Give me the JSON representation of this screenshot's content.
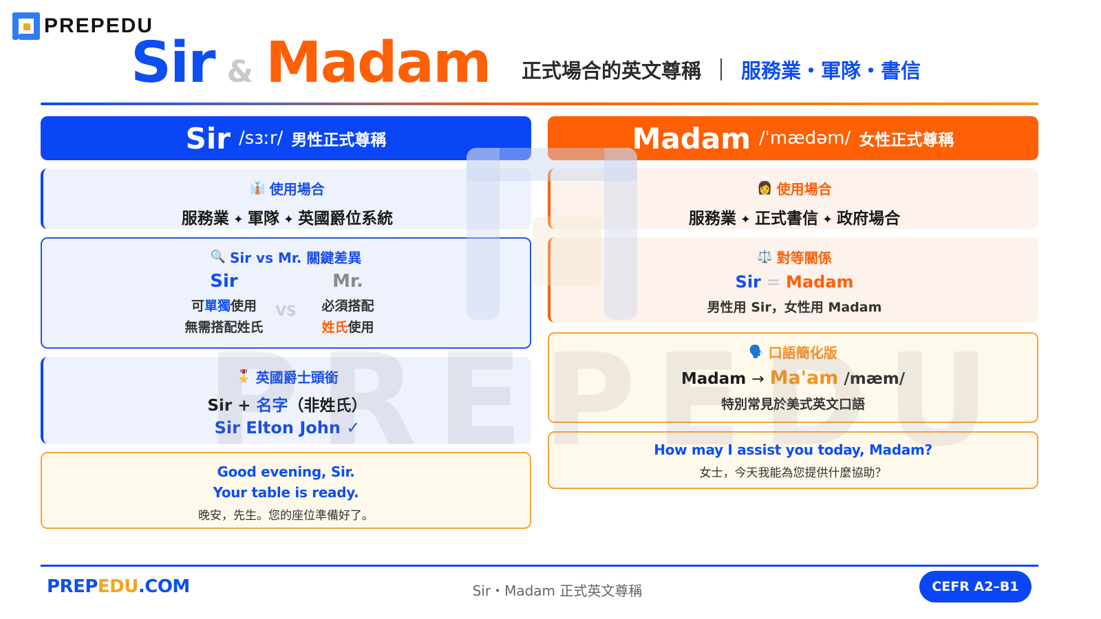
{
  "brand": {
    "logo_text": "PREPEDU",
    "logo_icon": "prepedu-logo-icon",
    "watermark_text": "PREPEDU"
  },
  "header": {
    "title_sir": "Sir",
    "title_amp": "&",
    "title_madam": "Madam",
    "subtitle": "正式場合的英文尊稱",
    "tags": "服務業・軍隊・書信"
  },
  "colors": {
    "blue": "#0a46f5",
    "orange": "#ff5f05",
    "amber": "#f7931e",
    "light_blue_bg": "#eef2fc",
    "light_orange_bg": "#fdf3ec",
    "cream_bg": "#fff9ec"
  },
  "left": {
    "banner": {
      "word": "Sir",
      "ipa": "/sɜːr/",
      "meaning": "男性正式尊稱"
    },
    "usage": {
      "icon": "necktie-shirt-icon",
      "emoji": "👔",
      "heading": "使用場合",
      "items": [
        "服務業",
        "軍隊",
        "英國爵位系統"
      ],
      "separator": "✦"
    },
    "comparison": {
      "icon": "magnifier-icon",
      "emoji": "🔍",
      "heading": "Sir vs Mr. 關鍵差異",
      "vs_label": "VS",
      "sir": {
        "word": "Sir",
        "line1_pre": "可",
        "line1_hl": "單獨",
        "line1_post": "使用",
        "line2": "無需搭配姓氏"
      },
      "mr": {
        "word": "Mr.",
        "line1": "必須搭配",
        "line2_hl": "姓氏",
        "line2_post": "使用"
      }
    },
    "knight": {
      "icon": "medal-icon",
      "emoji": "🎖️",
      "heading": "英國爵士頭銜",
      "rule_pre": "Sir + ",
      "rule_hl": "名字",
      "rule_post": "（非姓氏）",
      "example": "Sir Elton John ✓"
    },
    "example": {
      "en_line1": "Good evening, Sir.",
      "en_line2": "Your table is ready.",
      "zh": "晚安，先生。您的座位準備好了。"
    }
  },
  "right": {
    "banner": {
      "word": "Madam",
      "ipa": "/ˈmædəm/",
      "meaning": "女性正式尊稱"
    },
    "usage": {
      "icon": "woman-icon",
      "emoji": "👩",
      "heading": "使用場合",
      "items": [
        "服務業",
        "正式書信",
        "政府場合"
      ],
      "separator": "✦"
    },
    "equivalence": {
      "icon": "scales-icon",
      "emoji": "⚖️",
      "heading": "對等關係",
      "left": "Sir",
      "eq": "=",
      "right": "Madam",
      "desc": "男性用 Sir，女性用 Madam"
    },
    "spoken": {
      "icon": "speaking-head-icon",
      "emoji": "🗣️",
      "heading": "口語簡化版",
      "from": "Madam",
      "arrow": "→",
      "to": "Ma'am",
      "ipa": "/mæm/",
      "desc": "特別常見於美式英文口語"
    },
    "example": {
      "en": "How may I assist you today, Madam?",
      "zh": "女士，今天我能為您提供什麼協助？"
    }
  },
  "footer": {
    "brand_part1": "PREP",
    "brand_part2": "EDU",
    "brand_part3": ".COM",
    "center": "Sir・Madam 正式英文尊稱",
    "level_badge": "CEFR A2–B1"
  }
}
